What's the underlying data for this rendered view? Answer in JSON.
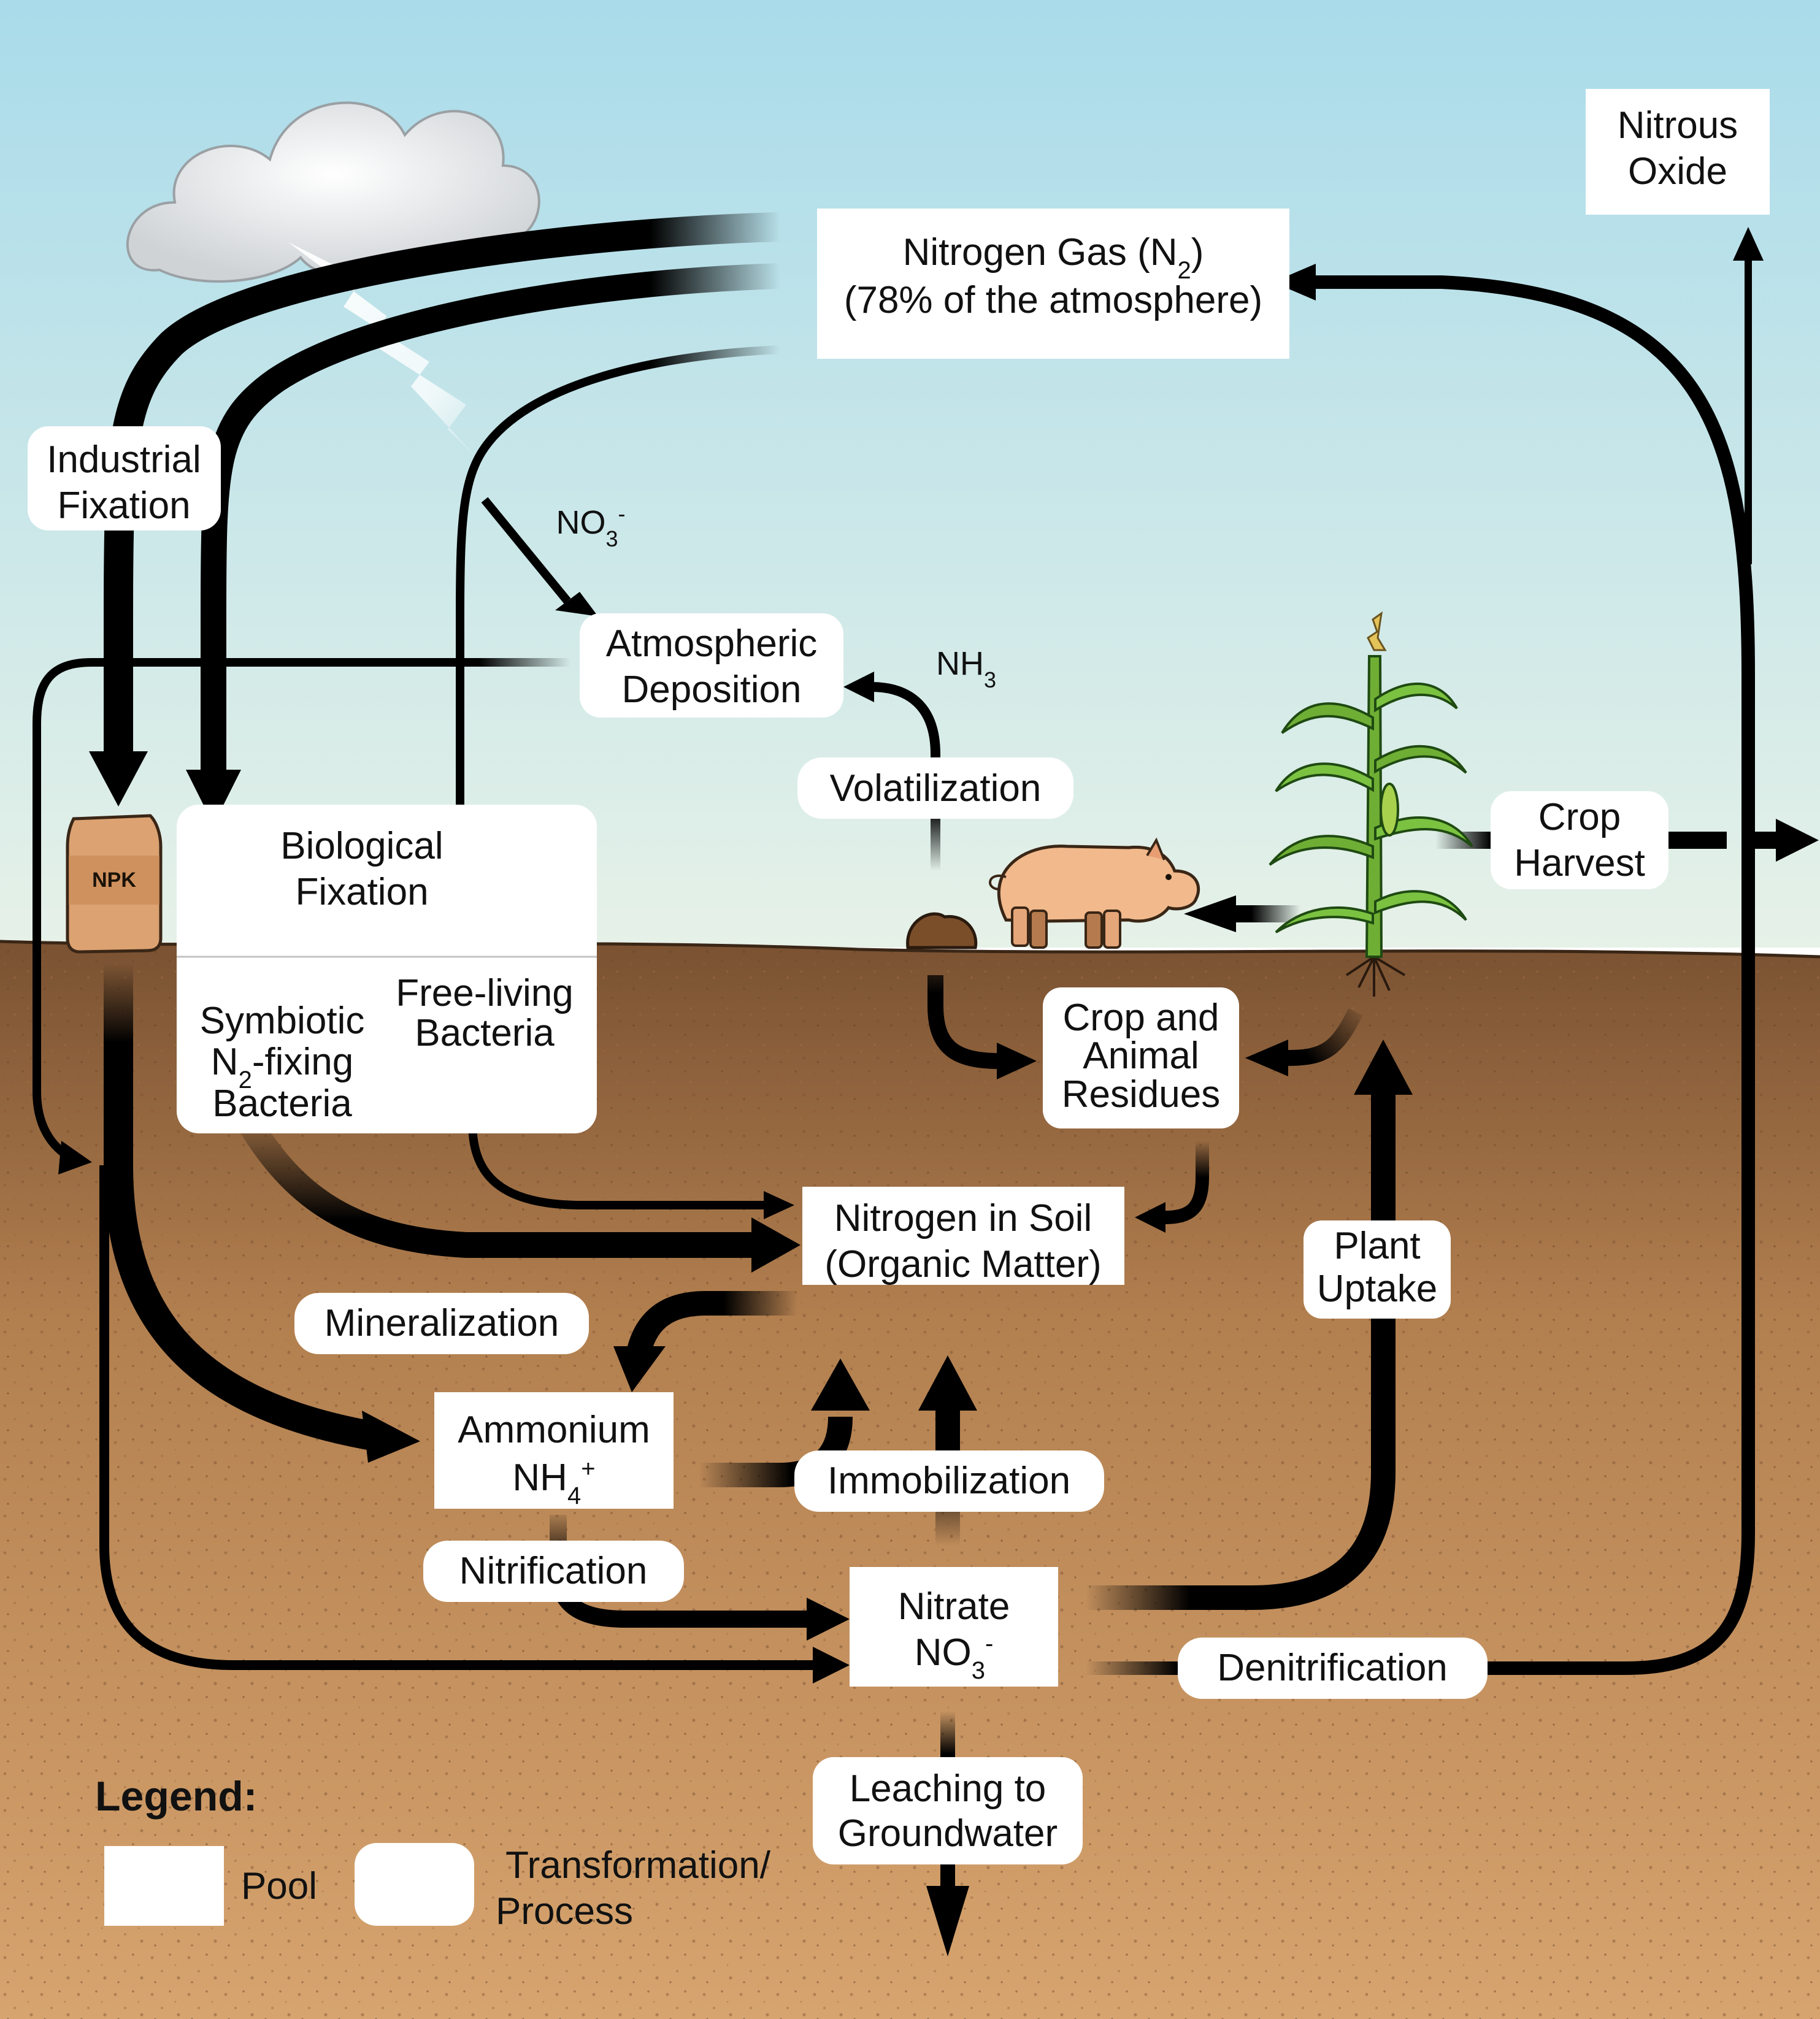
{
  "pools": {
    "nitrogen_gas": {
      "line1": "Nitrogen Gas (N",
      "sub": "2",
      "line1_end": ")",
      "line2": "(78% of the atmosphere)"
    },
    "nitrous_oxide": {
      "line1": "Nitrous",
      "line2": "Oxide"
    },
    "nitrogen_in_soil": {
      "line1": "Nitrogen in Soil",
      "line2": "(Organic Matter)"
    },
    "ammonium": {
      "line1": "Ammonium",
      "line2": "NH",
      "sub": "4",
      "sup": "+"
    },
    "nitrate": {
      "line1": "Nitrate",
      "line2": "NO",
      "sub": "3",
      "sup": "-"
    },
    "crop_animal_residues": {
      "line1": "Crop and",
      "line2": "Animal",
      "line3": "Residues"
    }
  },
  "processes": {
    "industrial_fixation": {
      "line1": "Industrial",
      "line2": "Fixation"
    },
    "atmospheric_deposition": {
      "line1": "Atmospheric",
      "line2": "Deposition"
    },
    "volatilization": "Volatilization",
    "crop_harvest": {
      "line1": "Crop",
      "line2": "Harvest"
    },
    "biological_fixation": {
      "line1": "Biological",
      "line2": "Fixation"
    },
    "symbiotic_bacteria": {
      "line1": "Symbiotic",
      "line2_pre": "N",
      "line2_sub": "2",
      "line2_post": "-fixing",
      "line3": "Bacteria"
    },
    "free_living_bacteria": {
      "line1": "Free-living",
      "line2": "Bacteria"
    },
    "mineralization": "Mineralization",
    "immobilization": "Immobilization",
    "nitrification": "Nitrification",
    "denitrification": "Denitrification",
    "plant_uptake": {
      "line1": "Plant",
      "line2": "Uptake"
    },
    "leaching": {
      "line1": "Leaching to",
      "line2": "Groundwater"
    }
  },
  "chem_labels": {
    "no3": {
      "base": "NO",
      "sub": "3",
      "sup": "-"
    },
    "nh3": {
      "base": "NH",
      "sub": "3"
    }
  },
  "fertilizer_bag": "NPK",
  "legend": {
    "title": "Legend:",
    "pool": "Pool",
    "process_line1": "Transformation/",
    "process_line2": "Process"
  },
  "colors": {
    "sky_top": "#a9dbea",
    "sky_bottom": "#e6f1e8",
    "soil_top": "#7a5232",
    "soil_bottom": "#d4a06c",
    "arrow": "#000000",
    "box": "#ffffff"
  },
  "icons": [
    "cloud-icon",
    "lightning-icon",
    "fertilizer-bag-icon",
    "legume-plant-icon",
    "pig-icon",
    "manure-icon",
    "corn-plant-icon"
  ]
}
